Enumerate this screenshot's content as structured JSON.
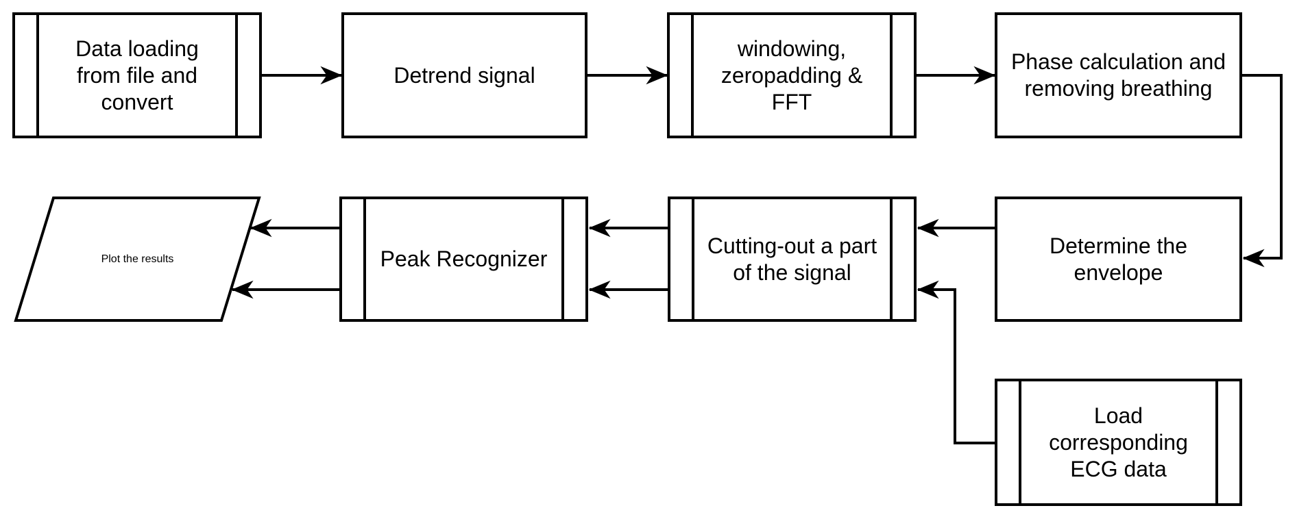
{
  "diagram": {
    "type": "flowchart",
    "colors": {
      "background": "#ffffff",
      "stroke": "#000000",
      "text": "#000000"
    },
    "nodes": {
      "data_loading": {
        "label": "Data loading\nfrom file and\nconvert",
        "shape": "predefined-process"
      },
      "detrend": {
        "label": "Detrend signal",
        "shape": "process"
      },
      "windowing": {
        "label": "windowing,\nzeropadding &\nFFT",
        "shape": "predefined-process"
      },
      "phase": {
        "label": "Phase calculation and\nremoving breathing",
        "shape": "process"
      },
      "envelope": {
        "label": "Determine the\nenvelope",
        "shape": "process"
      },
      "cutting": {
        "label": "Cutting-out a part\nof the signal",
        "shape": "predefined-process"
      },
      "peak": {
        "label": "Peak Recognizer",
        "shape": "predefined-process"
      },
      "plot": {
        "label": "Plot the results",
        "shape": "input-output-parallelogram"
      },
      "ecg": {
        "label": "Load\ncorresponding\nECG data",
        "shape": "predefined-process"
      }
    },
    "edges": [
      {
        "from": "data_loading",
        "to": "detrend"
      },
      {
        "from": "detrend",
        "to": "windowing"
      },
      {
        "from": "windowing",
        "to": "phase"
      },
      {
        "from": "phase",
        "to": "envelope",
        "route": "right-side elbow"
      },
      {
        "from": "envelope",
        "to": "cutting"
      },
      {
        "from": "ecg",
        "to": "cutting",
        "route": "left-up elbow"
      },
      {
        "from": "cutting",
        "to": "peak",
        "lane": "upper"
      },
      {
        "from": "cutting",
        "to": "peak",
        "lane": "lower"
      },
      {
        "from": "peak",
        "to": "plot",
        "lane": "upper"
      },
      {
        "from": "peak",
        "to": "plot",
        "lane": "lower"
      }
    ]
  }
}
